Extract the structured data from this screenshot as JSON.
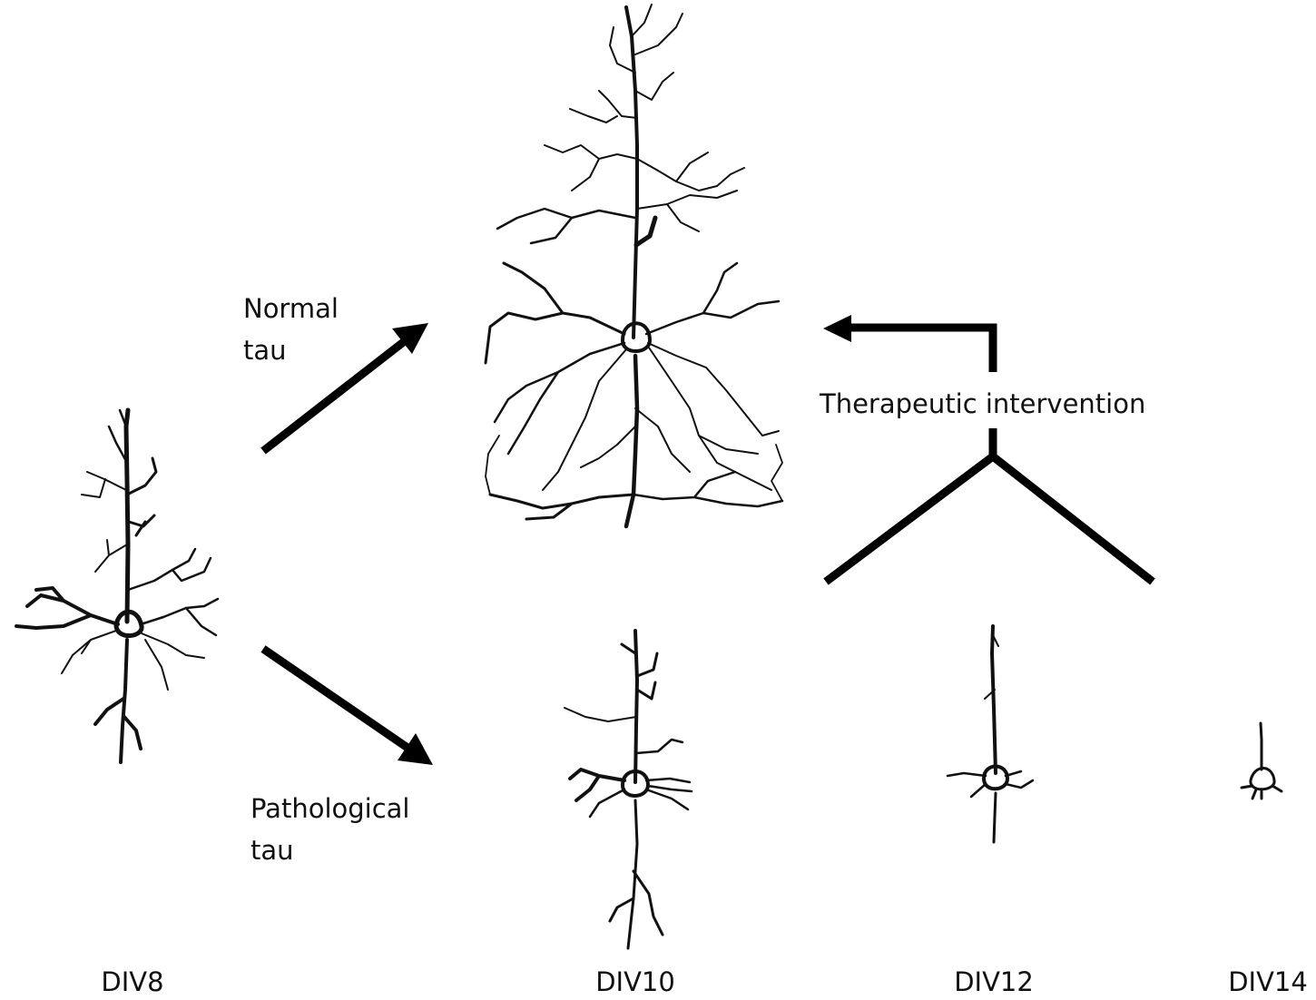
{
  "labels": {
    "normal_tau_line1": "Normal",
    "normal_tau_line2": "tau",
    "pathological_tau_line1": "Pathological",
    "pathological_tau_line2": "tau",
    "therapeutic": "Therapeutic intervention",
    "div8": "DIV8",
    "div10": "DIV10",
    "div12": "DIV12",
    "div14": "DIV14"
  },
  "colors": {
    "ink": "#111111",
    "background": "#ffffff"
  }
}
